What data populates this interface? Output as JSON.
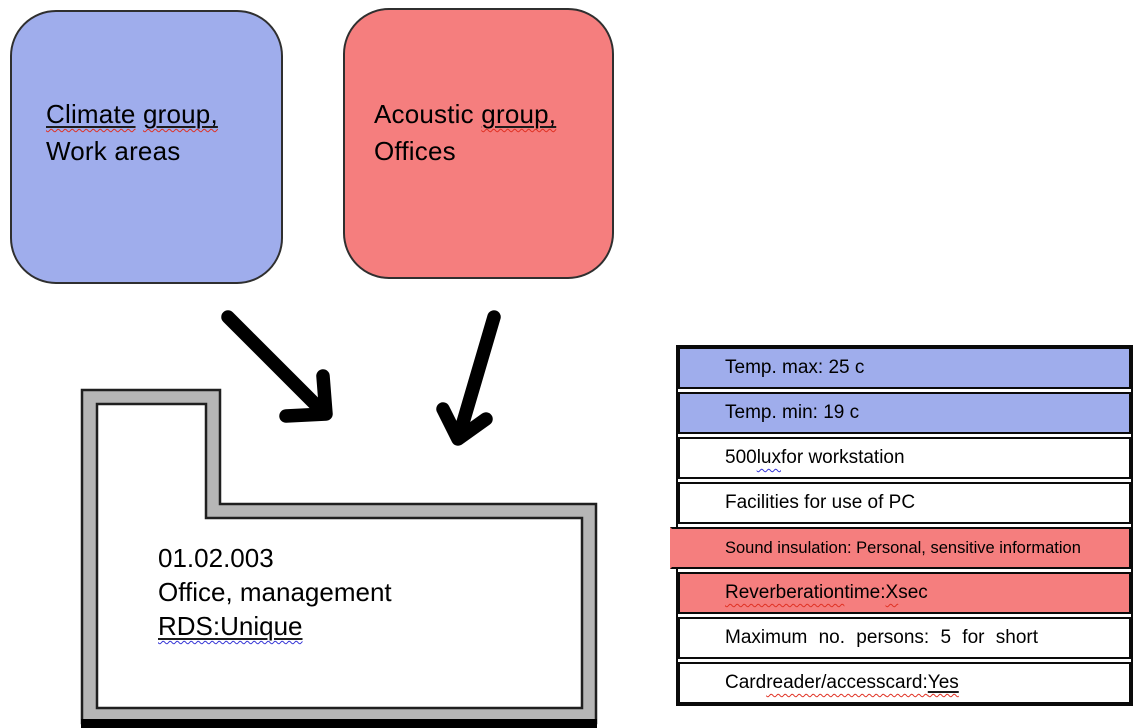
{
  "colors": {
    "box_blue": "#9fadec",
    "box_red": "#f57e7e",
    "wall_gray": "#b6b6b6",
    "arrow_black": "#000000",
    "squiggle_red": "#e03022",
    "squiggle_blue": "#3333d6"
  },
  "boxes": [
    {
      "name": "climate-group",
      "lines": [
        [
          {
            "t": "Climate",
            "sq": "red",
            "u": 1
          },
          {
            "t": " "
          },
          {
            "t": "group,",
            "sq": "red",
            "u": 1
          }
        ],
        [
          {
            "t": "Work areas"
          }
        ]
      ]
    },
    {
      "name": "acoustic-group",
      "lines": [
        [
          {
            "t": "Acoustic "
          },
          {
            "t": "group,",
            "sq": "red",
            "u": 1
          }
        ],
        [
          {
            "t": "Offices"
          }
        ]
      ]
    }
  ],
  "room": {
    "lines": [
      [
        {
          "t": "01.02.003"
        }
      ],
      [
        {
          "t": "Office, management"
        }
      ],
      [
        {
          "t": "RDS:Unique",
          "sq": "blue",
          "u": 1
        }
      ]
    ]
  },
  "table": {
    "rows": [
      {
        "style": "blue",
        "segments": [
          {
            "t": "Temp. max: 25 c"
          }
        ]
      },
      {
        "style": "blue",
        "segments": [
          {
            "t": "Temp. min: 19 c"
          }
        ]
      },
      {
        "style": "white",
        "segments": [
          {
            "t": "500 "
          },
          {
            "t": "lux",
            "sq": "blue"
          },
          {
            "t": " for workstation"
          }
        ]
      },
      {
        "style": "white",
        "segments": [
          {
            "t": "Facilities for use of PC"
          }
        ]
      },
      {
        "style": "red small overhang",
        "segments": [
          {
            "t": "Sound insulation: Personal, sensitive information"
          }
        ]
      },
      {
        "style": "red",
        "segments": [
          {
            "t": "Reverberation",
            "sq": "red"
          },
          {
            "t": " time: "
          },
          {
            "t": "X",
            "sq": "red"
          },
          {
            "t": " sec"
          }
        ]
      },
      {
        "style": "white spaced",
        "segments": [
          {
            "t": "Maximum no. persons: 5 for short"
          }
        ]
      },
      {
        "style": "white",
        "segments": [
          {
            "t": "Card "
          },
          {
            "t": "reader/access",
            "sq": "red"
          },
          {
            "t": " "
          },
          {
            "t": "card:",
            "sq": "red"
          },
          {
            "t": " "
          },
          {
            "t": "Yes",
            "sq": "red",
            "u": 1
          }
        ]
      }
    ]
  }
}
